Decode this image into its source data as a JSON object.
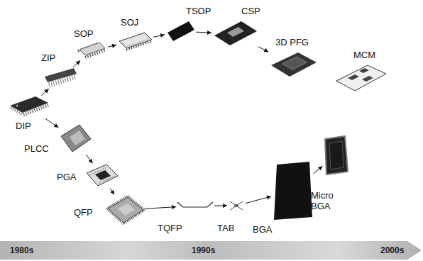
{
  "diagram": {
    "nodes": [
      {
        "text": [
          "DIP"
        ]
      },
      {
        "text": [
          "ZIP"
        ]
      },
      {
        "text": [
          "SOP"
        ]
      },
      {
        "text": [
          "SOJ"
        ]
      },
      {
        "text": [
          "TSOP"
        ]
      },
      {
        "text": [
          "CSP"
        ]
      },
      {
        "text": [
          "3D PFG"
        ]
      },
      {
        "text": [
          "MCM"
        ]
      },
      {
        "text": [
          "PLCC"
        ]
      },
      {
        "text": [
          "PGA"
        ]
      },
      {
        "text": [
          "QFP"
        ]
      },
      {
        "text": [
          "TQFP"
        ]
      },
      {
        "text": [
          "TAB"
        ]
      },
      {
        "text": [
          "BGA"
        ]
      },
      {
        "text": [
          "Micro BGA"
        ]
      },
      {
        "text": [
          "1980s",
          "1990s",
          "2000s"
        ]
      }
    ],
    "edges": [
      {
        "from": 0,
        "to": 1,
        "arrow": "to"
      },
      {
        "from": 1,
        "to": 2,
        "arrow": "to"
      },
      {
        "from": 2,
        "to": 3,
        "arrow": "to"
      },
      {
        "from": 3,
        "to": 4,
        "arrow": "to"
      },
      {
        "from": 4,
        "to": 5,
        "arrow": "to"
      },
      {
        "from": 5,
        "to": 6,
        "arrow": "to"
      },
      {
        "from": 0,
        "to": 8,
        "arrow": "to"
      },
      {
        "from": 8,
        "to": 9,
        "arrow": "to"
      },
      {
        "from": 9,
        "to": 10,
        "arrow": "to"
      },
      {
        "from": 10,
        "to": 11,
        "arrow": "to"
      },
      {
        "from": 11,
        "to": 12,
        "arrow": "to"
      },
      {
        "from": 12,
        "to": 13,
        "arrow": "to"
      },
      {
        "from": 13,
        "to": 14,
        "arrow": "to"
      }
    ]
  }
}
